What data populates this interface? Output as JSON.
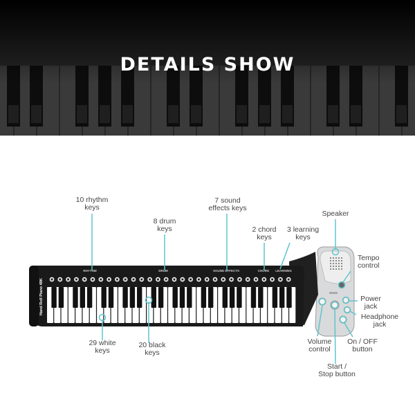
{
  "banner": {
    "title": "DETAILS SHOW"
  },
  "accent_color": "#5fc4cc",
  "piano": {
    "side_label": "Hand Roll Piano 49K",
    "section_labels": [
      "RHYTHM",
      "DRUM",
      "SOUND EFFECTS",
      "CHORD",
      "LEARNING"
    ]
  },
  "callouts": {
    "rhythm_keys": [
      "10 rhythm",
      "keys"
    ],
    "drum_keys": [
      "8 drum",
      "keys"
    ],
    "sound_effects_keys": [
      "7 sound",
      "effects keys"
    ],
    "chord_keys": [
      "2 chord",
      "keys"
    ],
    "learning_keys": [
      "3 learning",
      "keys"
    ],
    "speaker": [
      "Speaker"
    ],
    "tempo_control": [
      "Tempo",
      "control"
    ],
    "power_jack": [
      "Power",
      "jack"
    ],
    "headphone_jack": [
      "Headphone",
      "jack"
    ],
    "on_off_button": [
      "On / OFF",
      "button"
    ],
    "start_stop_button": [
      "Start /",
      "Stop button"
    ],
    "volume_control": [
      "Volume",
      "control"
    ],
    "black_keys": [
      "20 black",
      "keys"
    ],
    "white_keys": [
      "29 white",
      "keys"
    ]
  }
}
